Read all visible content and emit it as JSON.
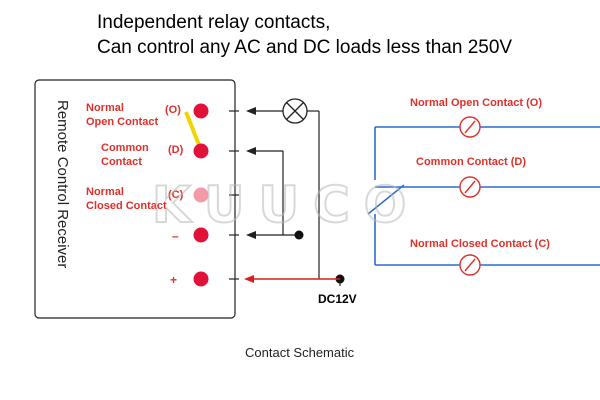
{
  "header": {
    "line1": "Independent relay contacts,",
    "line2": "Can control any AC and DC  loads less than 250V"
  },
  "receiver": {
    "title": "Remote Control Receiver",
    "terminals": [
      {
        "name_line1": "Normal",
        "name_line2": "Open Contact",
        "code": "(O)"
      },
      {
        "name_line1": "Common",
        "name_line2": "Contact",
        "code": "(D)"
      },
      {
        "name_line1": "Normal",
        "name_line2": "Closed Contact",
        "code": "(C)"
      },
      {
        "sign": "–"
      },
      {
        "sign": "+"
      }
    ]
  },
  "power": {
    "label": "DC12V"
  },
  "schematic": {
    "contacts": [
      {
        "label": "Normal Open Contact (O)"
      },
      {
        "label": "Common Contact (D)"
      },
      {
        "label": "Normal Closed Contact (C)"
      }
    ]
  },
  "watermark": "KUUCO",
  "caption": "Contact Schematic",
  "colors": {
    "terminal": "#e0123a",
    "terminal_faded": "#f29aa8",
    "label_red": "#e0302a",
    "blue_wire": "#2a6fd0",
    "jumper": "#f2d400",
    "wire_red": "#d81e1e"
  }
}
